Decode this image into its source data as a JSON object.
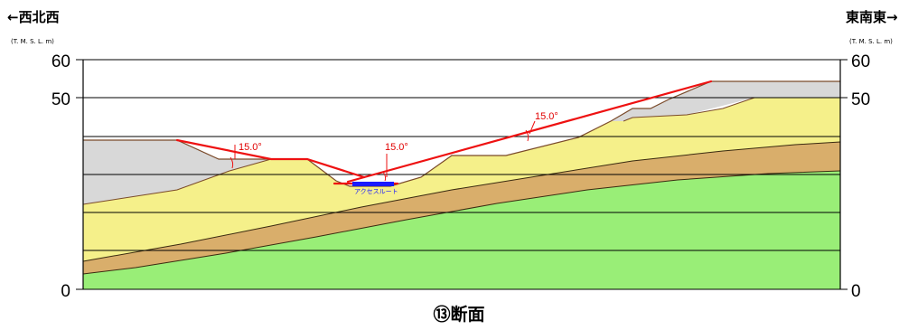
{
  "header": {
    "left_direction": "←西北西",
    "right_direction": "東南東→",
    "left_unit": "(T. M. S. L. m)",
    "right_unit": "(T. M. S. L. m)"
  },
  "axis": {
    "unit": "T.M.S.L. m",
    "ylim": [
      0,
      60
    ],
    "left_ticks": [
      "60",
      "50",
      "0"
    ],
    "right_ticks": [
      "60",
      "50",
      "0"
    ],
    "gridline_levels": [
      60,
      50,
      40,
      30,
      20,
      10
    ]
  },
  "annotations": {
    "slope_left": "15.0°",
    "slope_center": "15.0°",
    "slope_right": "15.0°",
    "access_route": "アクセスルート"
  },
  "title": "⑬断面",
  "colors": {
    "bedrock": "#99ee77",
    "middle_layer": "#d9ae6b",
    "upper_layer": "#f5f08a",
    "fill_grey": "#d8d8d8",
    "excavation_line": "#ee1111",
    "access_route": "#1a1aff"
  }
}
